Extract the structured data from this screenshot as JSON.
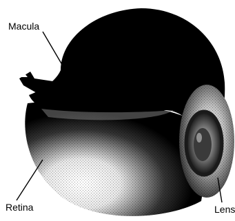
{
  "labels": {
    "macula": "Macula",
    "retina": "Retina",
    "lens": "Lens"
  },
  "colors": {
    "eye_dark": "#000000",
    "background": "#ffffff",
    "highlight": "#d9d9d9"
  }
}
